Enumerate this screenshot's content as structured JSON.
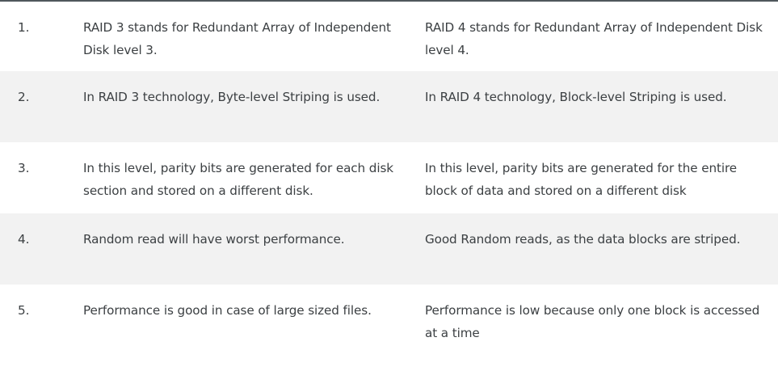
{
  "rows": [
    {
      "num": "1.",
      "raid3": "RAID 3 stands for Redundant Array of Independent Disk level 3.",
      "raid4": "RAID 4 stands for Redundant Array of Independent Disk level 4."
    },
    {
      "num": "2.",
      "raid3": "In RAID 3 technology, Byte-level Striping is used.",
      "raid4": "In RAID 4 technology, Block-level Striping is used."
    },
    {
      "num": "3.",
      "raid3": "In this level, parity bits are generated for each disk section and stored on a different disk.",
      "raid4": "In this level, parity bits are generated for the entire block of data and stored on a different disk"
    },
    {
      "num": "4.",
      "raid3": "Random read will have worst performance.",
      "raid4": "Good Random reads, as the data blocks are striped."
    },
    {
      "num": "5.",
      "raid3": "Performance is good in case of large sized files.",
      "raid4": "Performance is low because only one block is accessed at a time"
    }
  ]
}
